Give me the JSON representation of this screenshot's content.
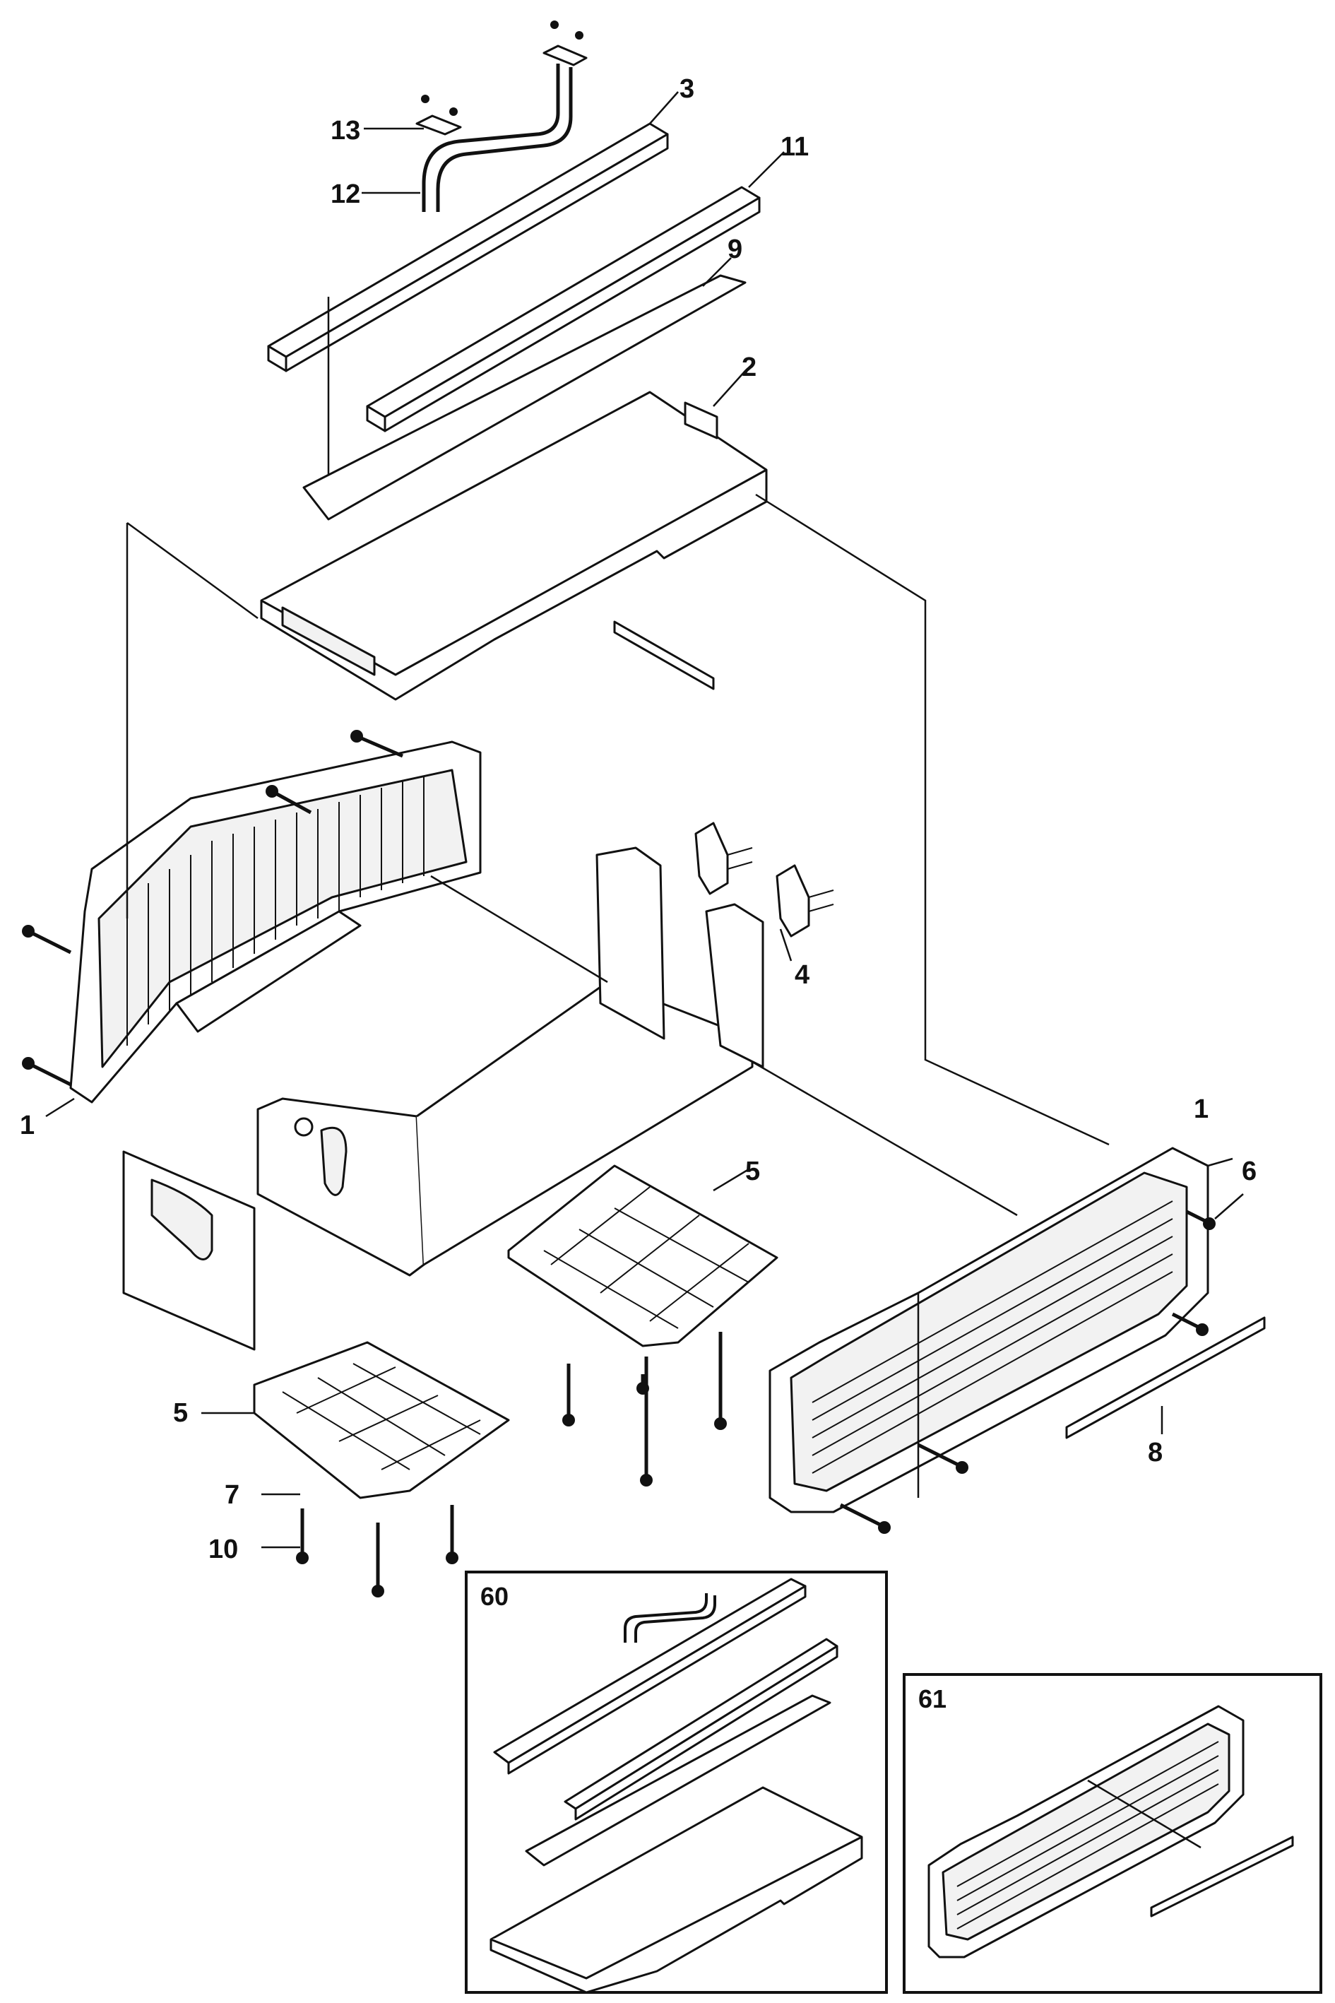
{
  "colors": {
    "line": "#111111",
    "background": "#ffffff",
    "shade": "#f2f2f2"
  },
  "callouts": {
    "n1_left": "1",
    "n1_right": "1",
    "n2": "2",
    "n3": "3",
    "n4": "4",
    "n5_left": "5",
    "n5_right": "5",
    "n6": "6",
    "n7": "7",
    "n8": "8",
    "n9": "9",
    "n10": "10",
    "n11": "11",
    "n12": "12",
    "n13": "13"
  },
  "insets": {
    "inset_60": "60",
    "inset_61": "61"
  }
}
